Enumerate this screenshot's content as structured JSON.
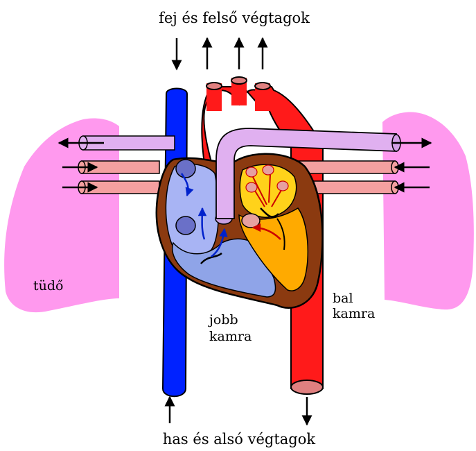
{
  "labels": {
    "top": "fej és felső végtagok",
    "bottom": "has és alsó végtagok",
    "lung": "tüdő",
    "left_ventricle_line1": "bal",
    "left_ventricle_line2": "kamra",
    "right_ventricle_line1": "jobb",
    "right_ventricle_line2": "kamra"
  },
  "colors": {
    "lung": "#ff99ee",
    "vein": "#0022ff",
    "artery": "#ff1a1a",
    "pulmonary_artery": "#e0b0f0",
    "pulmonary_vein": "#f4a0a0",
    "heart_wall": "#8b3a10",
    "right_heart": "#a8b4f4",
    "left_atrium": "#ffd21a",
    "left_ventricle": "#ffaa00",
    "valve_blue": "#6a70c8",
    "valve_pink": "#e6a0a0",
    "stroke": "#000000"
  }
}
